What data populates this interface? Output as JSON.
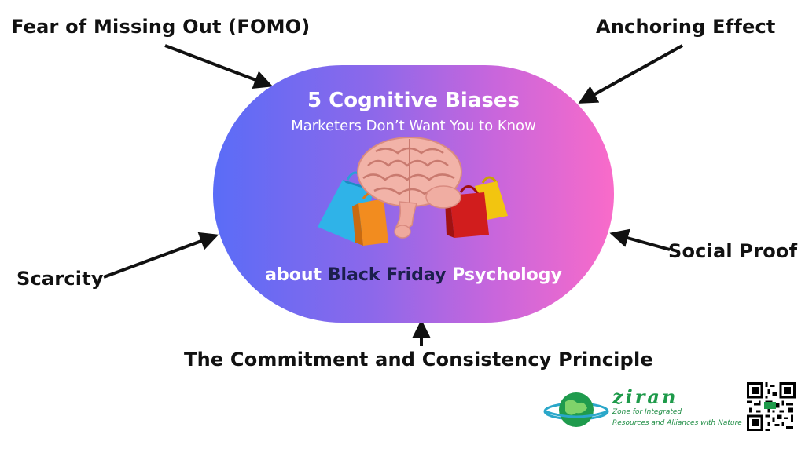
{
  "labels": {
    "fomo": "Fear of Missing Out (FOMO)",
    "anchoring": "Anchoring Effect",
    "scarcity": "Scarcity",
    "social_proof": "Social Proof",
    "commitment": "The Commitment and Consistency Principle"
  },
  "center": {
    "title": "5 Cognitive Biases",
    "subtitle": "Marketers Don’t Want You to Know",
    "bottom_about": "about",
    "bottom_black_friday": "Black Friday",
    "bottom_psychology": "Psychology"
  },
  "logo": {
    "name": "ziran",
    "line1": "Zone for Integrated",
    "line2": "Resources and Alliances with Nature"
  },
  "colors": {
    "gradient_start": "#5a6cf7",
    "gradient_end": "#f96bc9",
    "logo_green": "#1e9a4a"
  },
  "icons": [
    "brain-icon",
    "shopping-bag-icon",
    "globe-icon",
    "qr-code-icon"
  ]
}
